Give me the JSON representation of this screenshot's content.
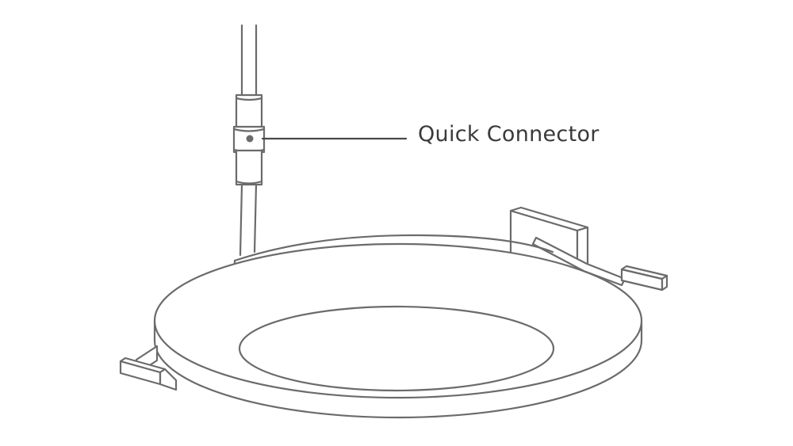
{
  "callout": {
    "label": "Quick Connector"
  },
  "colors": {
    "stroke": "#6b6b6b",
    "text": "#3a3a3a",
    "fill": "#ffffff"
  },
  "parts": {
    "wire": "power-wire",
    "connector": "quick-connector",
    "fixture": "recessed-led-panel-light",
    "clips": "spring-mounting-clips"
  }
}
